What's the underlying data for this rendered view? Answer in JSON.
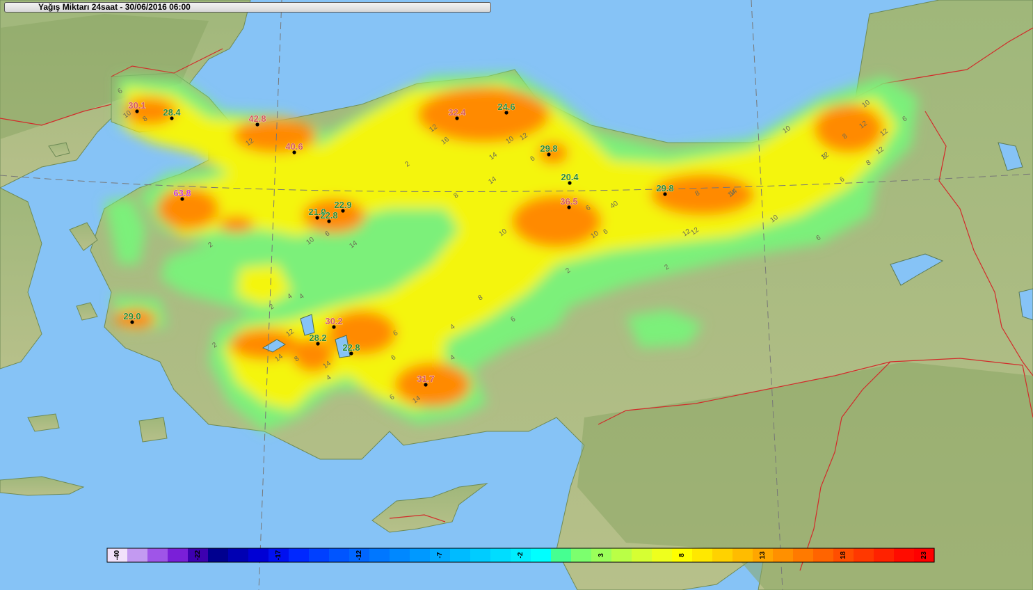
{
  "title": "Yağış Miktarı 24saat - 30/06/2016 06:00",
  "colors": {
    "sea": "#86c3f6",
    "land": "#a9bd7e",
    "land_dark": "#8fa86a",
    "border": "#d22a2a",
    "grid": "#777777"
  },
  "stations": [
    {
      "value": "30.1",
      "color": "#d65a5a"
    },
    {
      "value": "28.4",
      "color": "#2f8a2f"
    },
    {
      "value": "42.8",
      "color": "#d65a5a"
    },
    {
      "value": "40.6",
      "color": "#d65a5a"
    },
    {
      "value": "63.8",
      "color": "#c542c5"
    },
    {
      "value": "21.0",
      "color": "#2f8a2f"
    },
    {
      "value": "22.9",
      "color": "#2f8a2f"
    },
    {
      "value": "22.8",
      "color": "#2f8a2f"
    },
    {
      "value": "32.4",
      "color": "#d65a5a"
    },
    {
      "value": "24.6",
      "color": "#2f8a2f"
    },
    {
      "value": "29.8",
      "color": "#2f8a2f"
    },
    {
      "value": "20.4",
      "color": "#2f8a2f"
    },
    {
      "value": "36.5",
      "color": "#d65a5a"
    },
    {
      "value": "29.8",
      "color": "#2f8a2f"
    },
    {
      "value": "29.0",
      "color": "#2f8a2f"
    },
    {
      "value": "30.2",
      "color": "#d65a5a"
    },
    {
      "value": "28.2",
      "color": "#2f8a2f"
    },
    {
      "value": "22.8",
      "color": "#2f8a2f"
    },
    {
      "value": "31.7",
      "color": "#d65a5a"
    }
  ],
  "contour_labels": [
    "6",
    "10",
    "8",
    "12",
    "16",
    "12",
    "14",
    "10",
    "12",
    "6",
    "2",
    "8",
    "10",
    "14",
    "6",
    "8",
    "40",
    "12",
    "12",
    "10",
    "6",
    "10",
    "14",
    "12",
    "8",
    "6",
    "12",
    "2",
    "14",
    "6",
    "10",
    "4",
    "4",
    "8",
    "2",
    "6",
    "6",
    "4",
    "2",
    "12",
    "14",
    "8",
    "14",
    "4",
    "6",
    "6",
    "14",
    "2",
    "8",
    "10",
    "2",
    "6",
    "14",
    "12",
    "10",
    "8",
    "12",
    "6",
    "4"
  ],
  "color_scale": {
    "ticks": [
      "-40",
      "-22",
      "-17",
      "-12",
      "-7",
      "-2",
      "3",
      "8",
      "13",
      "18",
      "23"
    ],
    "colors": [
      "#f2e2fb",
      "#c39af1",
      "#9f55e8",
      "#7a1fd8",
      "#3d00b0",
      "#00008f",
      "#0000b3",
      "#0000d5",
      "#0010f0",
      "#0028ff",
      "#0040ff",
      "#0055ff",
      "#0066ff",
      "#0077ff",
      "#0088ff",
      "#0099ff",
      "#00aaff",
      "#00bbff",
      "#00ccff",
      "#00ddff",
      "#00eeff",
      "#00ffff",
      "#46ff91",
      "#7cff6e",
      "#9bff5a",
      "#baff46",
      "#d6ff33",
      "#eeff1e",
      "#ffff00",
      "#ffe800",
      "#ffd200",
      "#ffbc00",
      "#ffa600",
      "#ff9000",
      "#ff7a00",
      "#ff6400",
      "#ff4e00",
      "#ff3800",
      "#ff2200",
      "#ff0c00",
      "#ff0000"
    ]
  }
}
